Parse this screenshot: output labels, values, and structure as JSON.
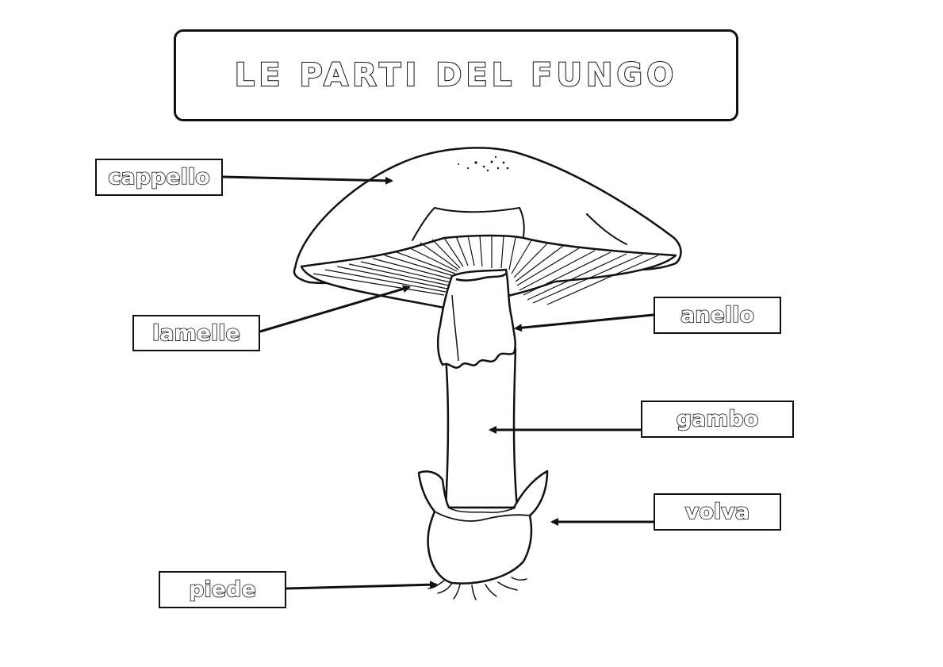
{
  "title": "LE PARTI DEL FUNGO",
  "labels": {
    "cappello": "cappello",
    "lamelle": "lamelle",
    "anello": "anello",
    "gambo": "gambo",
    "volva": "volva",
    "piede": "piede"
  },
  "colors": {
    "ink": "#111111",
    "paper": "#ffffff"
  }
}
